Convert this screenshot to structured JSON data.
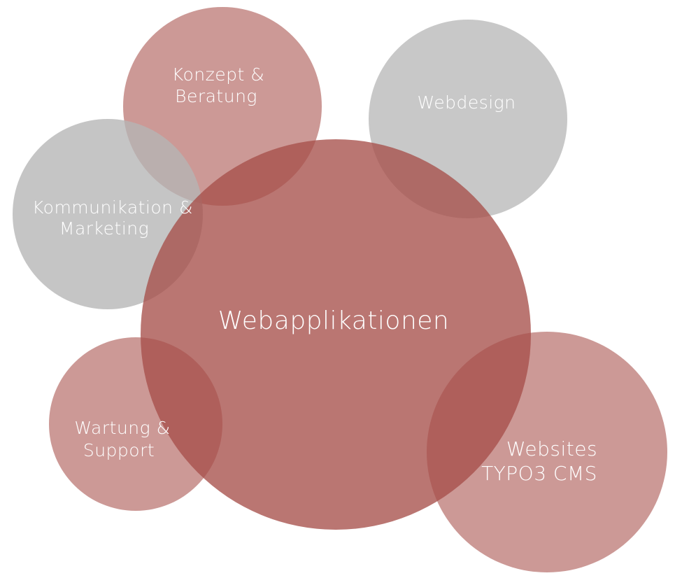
{
  "diagram": {
    "colors": {
      "red_strong": "#a7504a",
      "red_light": "#b8726c",
      "gray": "#b5b5b5"
    },
    "center": {
      "label": "Webapplikationen"
    },
    "konzept": {
      "line1": "Konzept &",
      "line2": "Beratung"
    },
    "webdesign": {
      "label": "Webdesign"
    },
    "kommunikation": {
      "line1": "Kommunikation &",
      "line2": "Marketing"
    },
    "wartung": {
      "line1": "Wartung &",
      "line2": "Support"
    },
    "websites": {
      "line1": "Websites",
      "line2": "TYPO3 CMS"
    }
  }
}
